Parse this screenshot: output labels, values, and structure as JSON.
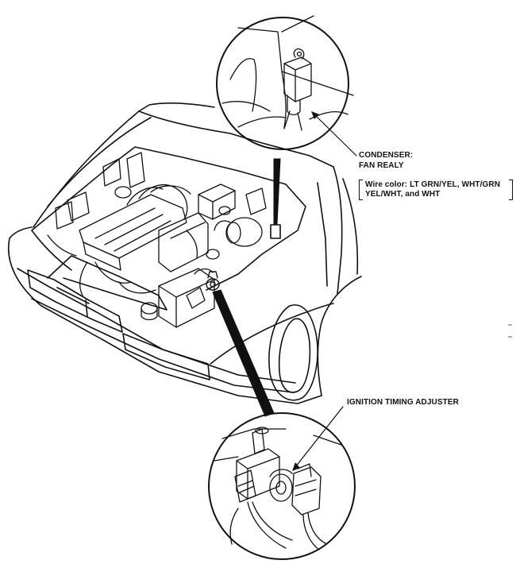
{
  "labels": {
    "condenser_title": "CONDENSER:",
    "condenser_part": "FAN REALY",
    "wire_color_line1": "Wire color: LT GRN/YEL, WHT/GRN",
    "wire_color_line2": "YEL/WHT, and WHT",
    "ignition_timing": "IGNITION TIMING ADJUSTER"
  },
  "colors": {
    "line": "#111111",
    "background": "#ffffff"
  }
}
